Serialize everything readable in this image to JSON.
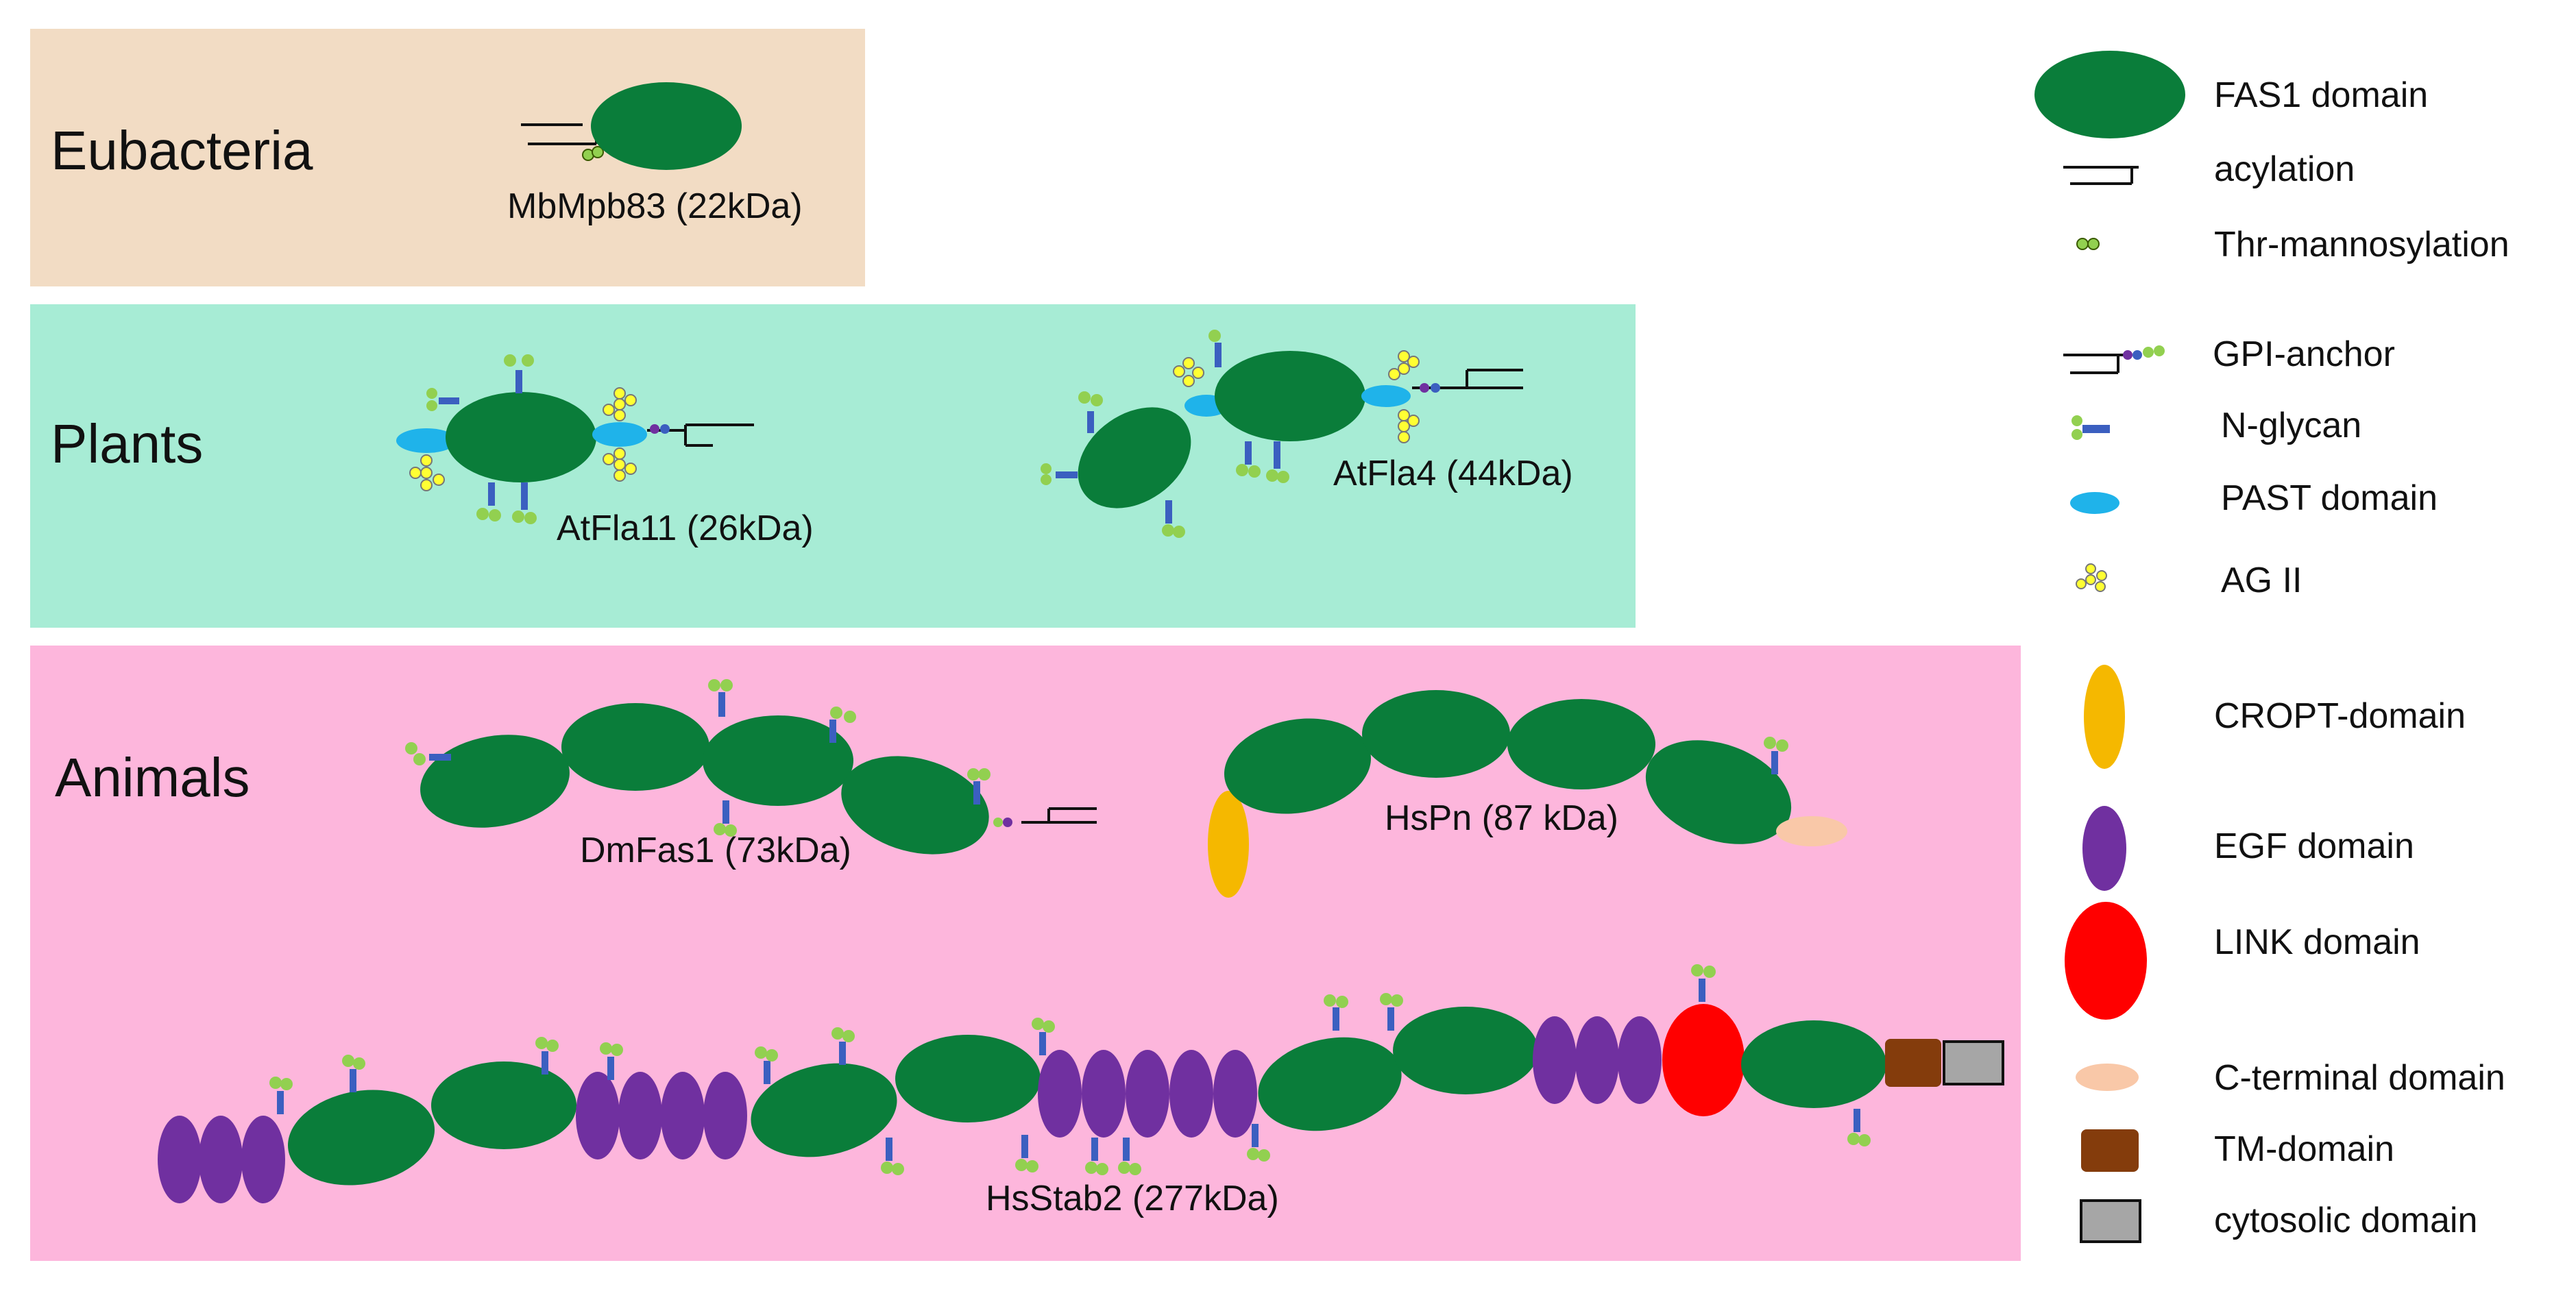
{
  "groups": {
    "eubacteria": {
      "label": "Eubacteria",
      "color": "#f2dcc4"
    },
    "plants": {
      "label": "Plants",
      "color": "#a7ecd5"
    },
    "animals": {
      "label": "Animals",
      "color": "#fdb6dc"
    }
  },
  "proteins": {
    "mbmpb83": "MbMpb83 (22kDa)",
    "atfla11": "AtFla11 (26kDa)",
    "atfla4": "AtFla4 (44kDa)",
    "dmfas1": "DmFas1 (73kDa)",
    "hspn": "HsPn (87 kDa)",
    "hsstab2": "HsStab2 (277kDa)"
  },
  "legend": [
    {
      "label": "FAS1 domain",
      "icon": "fas1-domain-icon"
    },
    {
      "label": "acylation",
      "icon": "acylation-icon"
    },
    {
      "label": "Thr-mannosylation",
      "icon": "thr-mannosylation-icon"
    },
    {
      "label": "GPI-anchor",
      "icon": "gpi-anchor-icon"
    },
    {
      "label": "N-glycan",
      "icon": "n-glycan-icon"
    },
    {
      "label": "PAST domain",
      "icon": "past-domain-icon"
    },
    {
      "label": "AG II",
      "icon": "ag-ii-icon"
    },
    {
      "label": "CROPT-domain",
      "icon": "cropt-domain-icon"
    },
    {
      "label": "EGF domain",
      "icon": "egf-domain-icon"
    },
    {
      "label": "LINK domain",
      "icon": "link-domain-icon"
    },
    {
      "label": "C-terminal domain",
      "icon": "c-terminal-domain-icon"
    },
    {
      "label": "TM-domain",
      "icon": "tm-domain-icon"
    },
    {
      "label": "cytosolic domain",
      "icon": "cytosolic-domain-icon"
    }
  ],
  "colors": {
    "fas1": "#0a7d3a",
    "past": "#1fb3ea",
    "cropt": "#f5b800",
    "egf": "#7030a0",
    "link": "#ff0000",
    "c_terminal": "#f9c8a8",
    "tm": "#843c0c",
    "cytosolic": "#a6a6a6",
    "ag_sugar": "#ffff33",
    "glycan_stem": "#3b5fc0",
    "glycan_leaf": "#92d050"
  }
}
